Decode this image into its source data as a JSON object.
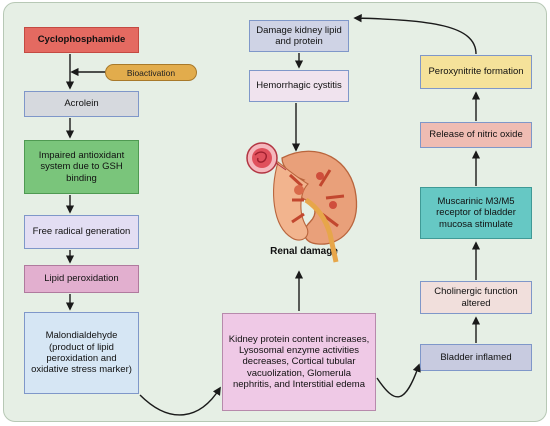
{
  "nodes": {
    "cyclophosphamide": "Cyclophosphamide",
    "bioactivation": "Bioactivation",
    "acrolein": "Acrolein",
    "impaired_antioxidant": "Impaired antioxidant system due to GSH binding",
    "free_radical": "Free radical generation",
    "lipid_peroxidation": "Lipid peroxidation",
    "malondialdehyde": "Malondialdehyde (product of lipid peroxidation and oxidative stress marker)",
    "damage_kidney": "Damage kidney lipid and protein",
    "hemorrhagic_cystitis": "Hemorrhagic cystitis",
    "renal_damage": "Renal damage",
    "kidney_protein": "Kidney protein content increases, Lysosomal enzyme activities decreases, Cortical tubular vacuolization, Glomerula nephritis, and Interstitial edema",
    "peroxynitrite": "Peroxynitrite formation",
    "nitric_oxide": "Release of nitric oxide",
    "muscarinic": "Muscarinic M3/M5 receptor of bladder mucosa stimulate",
    "cholinergic": "Cholinergic function altered",
    "bladder_inflamed": "Bladder inflamed"
  },
  "colors": {
    "background": "#e6efe5",
    "cyclophosphamide": "#e46a61",
    "acrolein": "#d6d9de",
    "impaired_antioxidant": "#7ac57b",
    "free_radical": "#e3def3",
    "lipid_peroxidation": "#e2afcf",
    "malondialdehyde": "#d6e6f4",
    "damage_kidney": "#cfd3e5",
    "hemorrhagic_cystitis": "#f0e3ee",
    "kidney_protein": "#efc9e6",
    "peroxynitrite": "#f5e29a",
    "nitric_oxide": "#efbcb3",
    "muscarinic": "#66c8c4",
    "cholinergic": "#f1dfdc",
    "bladder_inflamed": "#c8cbe0",
    "bioactivation": "#e2ac4c",
    "arrow": "#1a1a1a"
  }
}
